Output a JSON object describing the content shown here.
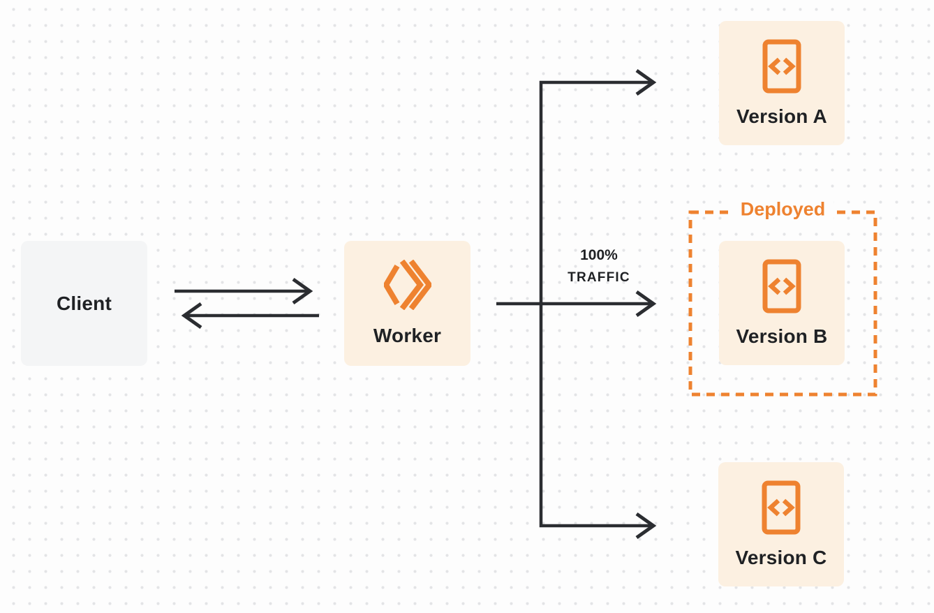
{
  "page": {
    "background_color": "#fdfdfd",
    "dot_grid_color": "#e3e4e6"
  },
  "colors": {
    "accent_orange": "#ee8230",
    "node_cream_background": "#fcf0e1",
    "client_gray_background": "#f4f5f6",
    "arrow_dark": "#2b2d31",
    "text_dark": "#1f2124"
  },
  "nodes": {
    "client": {
      "label": "Client"
    },
    "worker": {
      "label": "Worker",
      "icon": "cloudflare-workers-logo-icon"
    },
    "version_a": {
      "label": "Version A",
      "icon": "code-file-icon"
    },
    "version_b": {
      "label": "Version B",
      "icon": "code-file-icon"
    },
    "version_c": {
      "label": "Version C",
      "icon": "code-file-icon"
    }
  },
  "annotations": {
    "deployed": {
      "label": "Deployed"
    },
    "traffic": {
      "line1": "100%",
      "line2": "TRAFFIC"
    }
  },
  "edges": [
    {
      "from": "client",
      "to": "worker",
      "style": "arrow-right"
    },
    {
      "from": "worker",
      "to": "client",
      "style": "arrow-left"
    },
    {
      "from": "worker",
      "to": "version_a",
      "style": "arrow-right"
    },
    {
      "from": "worker",
      "to": "version_b",
      "style": "arrow-right",
      "label": "100% TRAFFIC"
    },
    {
      "from": "worker",
      "to": "version_c",
      "style": "arrow-right"
    }
  ]
}
